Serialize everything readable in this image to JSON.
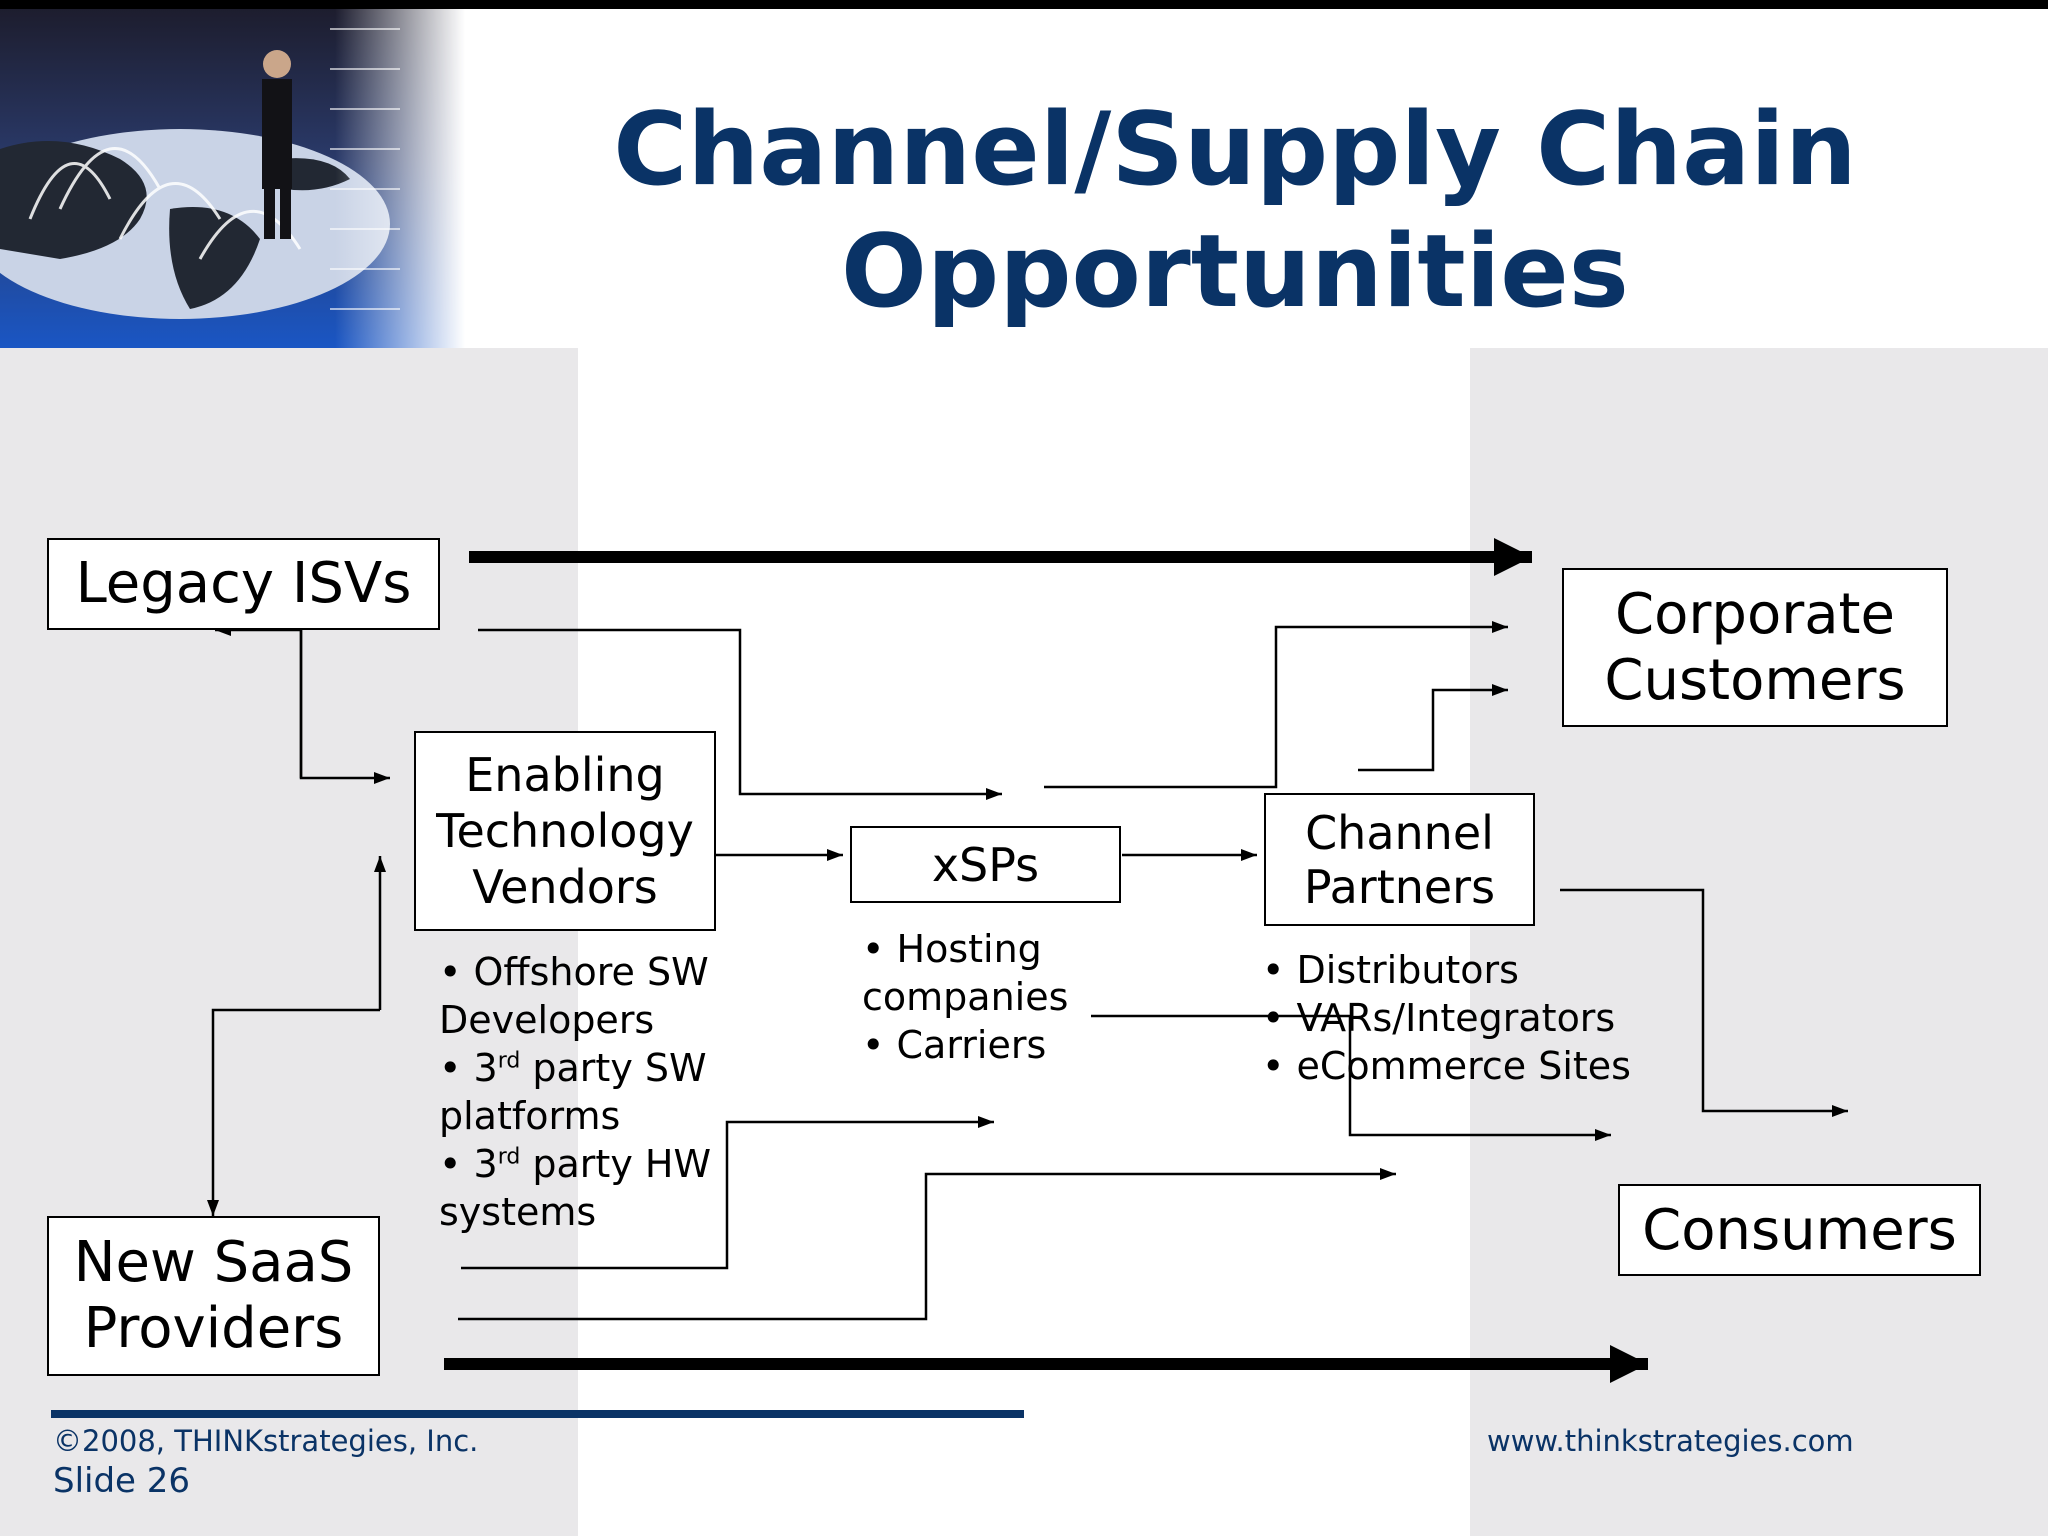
{
  "slide": {
    "title_line1": "Channel/Supply Chain",
    "title_line2": "Opportunities"
  },
  "boxes": {
    "legacy": "Legacy ISVs",
    "enabling": "Enabling\nTechnology\nVendors",
    "xsps": "xSPs",
    "channel": "Channel\nPartners",
    "corporate": "Corporate\nCustomers",
    "consumers": "Consumers",
    "saas": "New SaaS\nProviders"
  },
  "lists": {
    "enabling": [
      {
        "pre": "Offshore SW Developers"
      },
      {
        "pre": "3",
        "sup": "rd",
        "post": " party SW platforms"
      },
      {
        "pre": "3",
        "sup": "rd",
        "post": " party HW systems"
      }
    ],
    "xsps": [
      "Hosting companies",
      "Carriers"
    ],
    "channel": [
      "Distributors",
      "VARs/Integrators",
      "eCommerce Sites"
    ]
  },
  "footer": {
    "copyright": "©2008, THINKstrategies, Inc.",
    "slide_number": "Slide 26",
    "website": "www.thinkstrategies.com"
  },
  "colors": {
    "title": "#0a3366",
    "band": "#e9e8ea",
    "footer_rule": "#0a3366"
  }
}
